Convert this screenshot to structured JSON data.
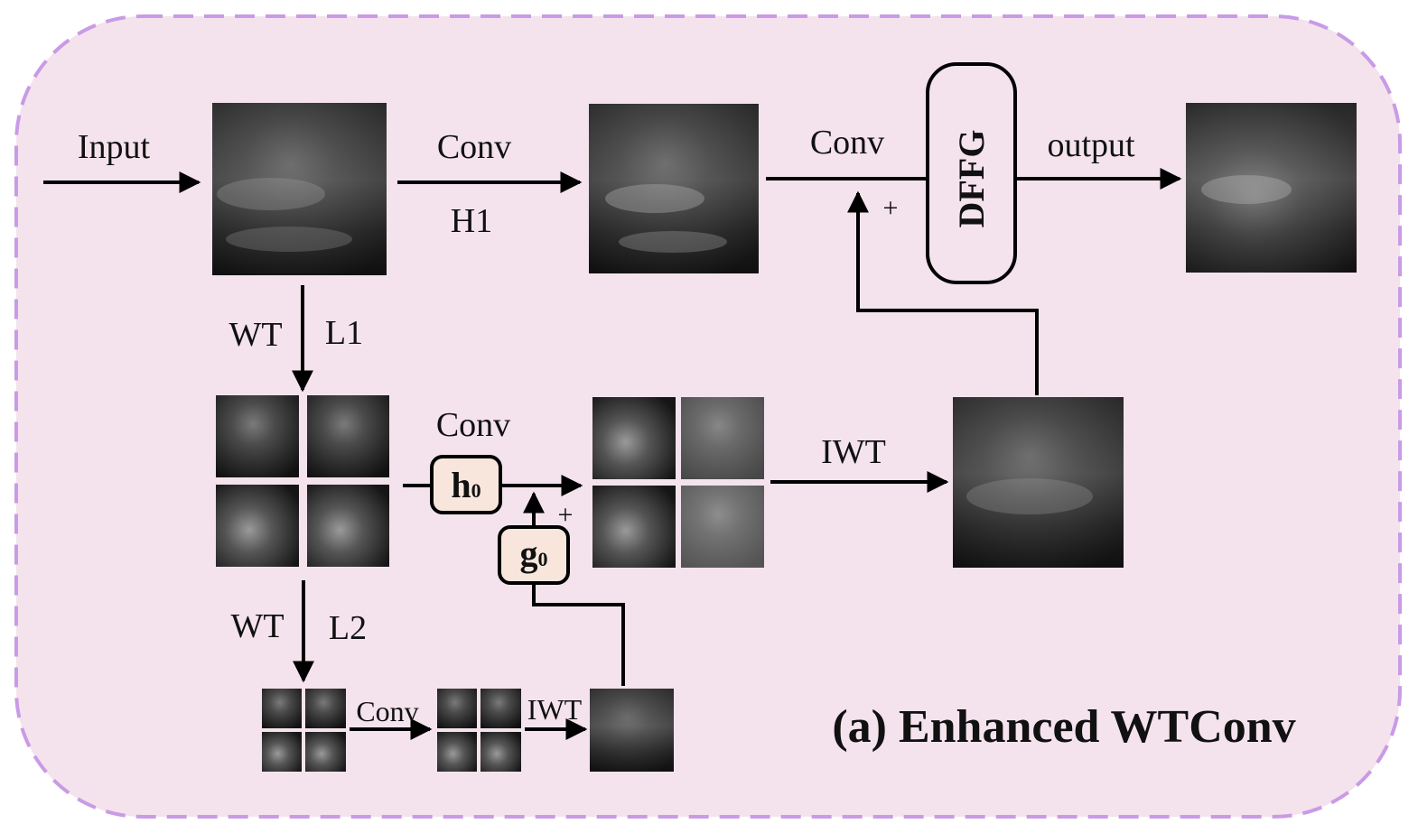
{
  "colors": {
    "panel_fill": "#f4e3ec",
    "panel_border": "#c99be6",
    "small_box_fill": "#f8e6dc",
    "line": "#000000"
  },
  "labels": {
    "input": "Input",
    "conv_h1": "Conv",
    "h1": "H1",
    "conv_top_right": "Conv",
    "dffg": "DFFG",
    "output": "output",
    "wt_l1": "WT",
    "l1": "L1",
    "conv_mid": "Conv",
    "h0": "h",
    "h0_sub": "0",
    "g0": "g",
    "g0_sub": "0",
    "iwt_mid": "IWT",
    "wt_l2": "WT",
    "l2": "L2",
    "conv_bottom": "Conv",
    "iwt_bottom": "IWT",
    "plus_top": "+",
    "plus_mid": "+"
  },
  "title": "(a) Enhanced WTConv"
}
